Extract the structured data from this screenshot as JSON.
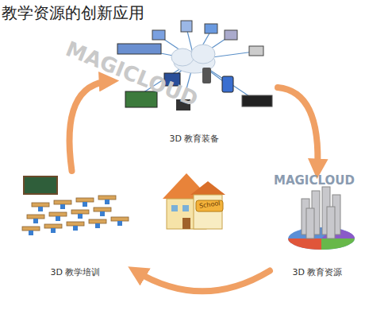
{
  "diagram": {
    "title": "教学资源的创新应用",
    "nodes": [
      {
        "text": [
          "3D 教育装备"
        ]
      },
      {
        "text": [
          "3D 教育资源"
        ]
      },
      {
        "text": [
          "3D 教学培训"
        ]
      }
    ],
    "edges": [
      {
        "from": 0,
        "to": 1,
        "arrow": "to"
      },
      {
        "from": 1,
        "to": 2,
        "arrow": "to"
      },
      {
        "from": 2,
        "to": 0,
        "arrow": "to"
      }
    ],
    "labels": [
      "MAGICLOUD",
      "MAGICLOUD",
      "School"
    ]
  }
}
